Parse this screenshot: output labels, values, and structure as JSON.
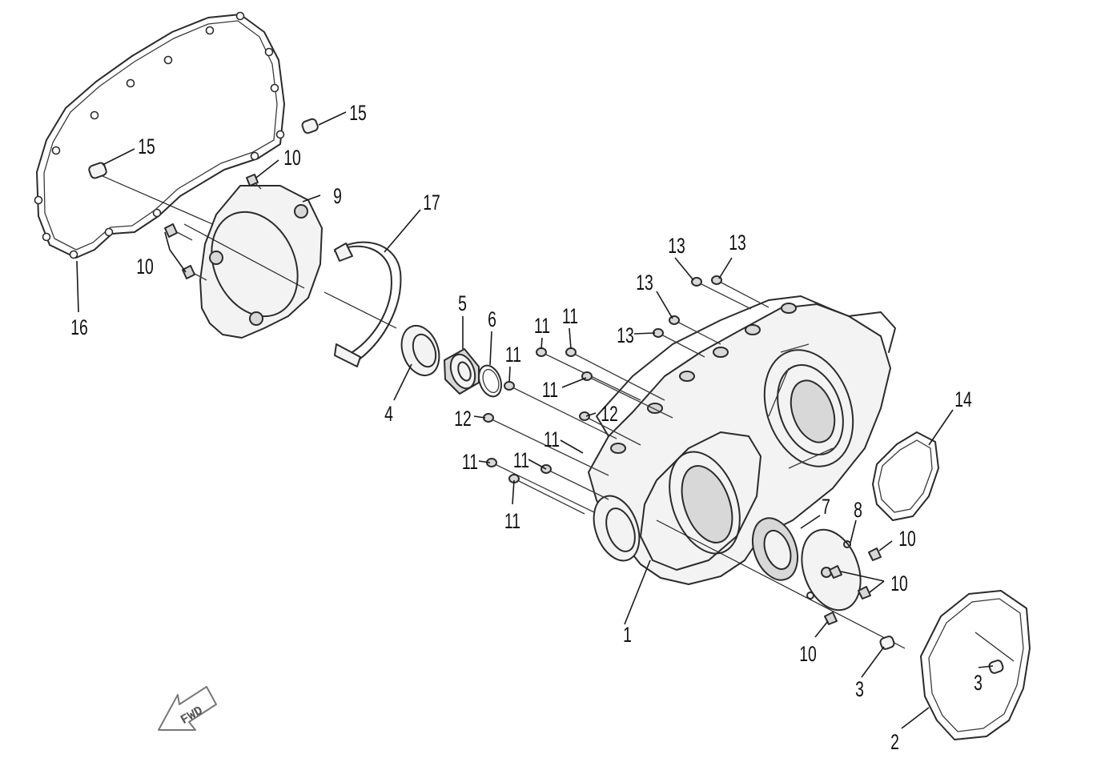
{
  "callouts": {
    "c1": "1",
    "c2": "2",
    "c3a": "3",
    "c3b": "3",
    "c4": "4",
    "c5": "5",
    "c6": "6",
    "c7": "7",
    "c8": "8",
    "c9": "9",
    "c10a": "10",
    "c10b": "10",
    "c10c": "10",
    "c10d": "10",
    "c10e": "10",
    "c11a": "11",
    "c11b": "11",
    "c11c": "11",
    "c11d": "11",
    "c11e": "11",
    "c11f": "11",
    "c11g": "11",
    "c11h": "11",
    "c12a": "12",
    "c12b": "12",
    "c13a": "13",
    "c13b": "13",
    "c13c": "13",
    "c13d": "13",
    "c14": "14",
    "c15a": "15",
    "c15b": "15",
    "c16": "16",
    "c17": "17"
  },
  "fwd_label": "FWD"
}
